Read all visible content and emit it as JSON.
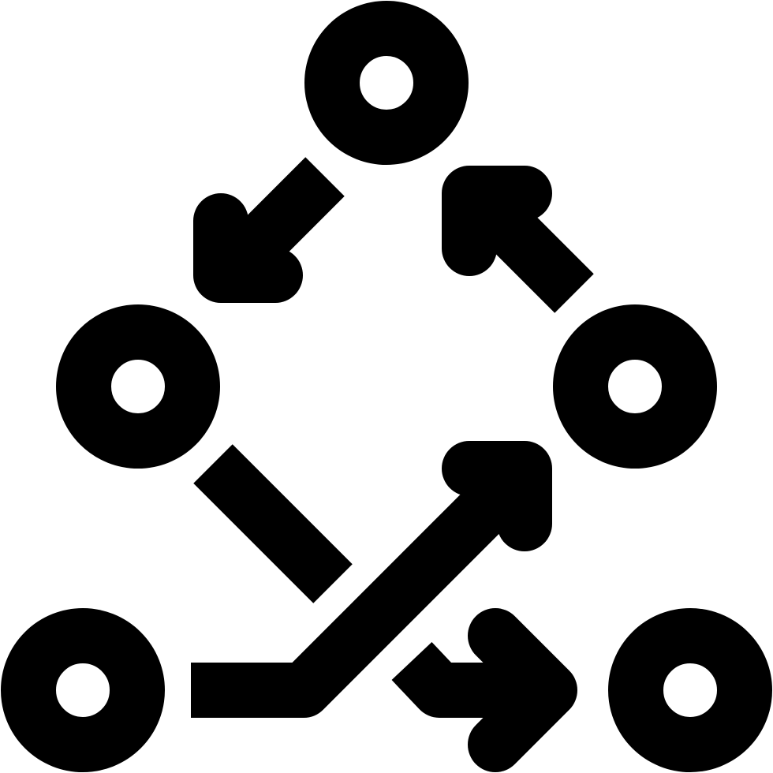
{
  "icon": {
    "name": "strategy-flow-icon",
    "ink_color": "#000000",
    "background_color": "#ffffff",
    "nodes": [
      "top",
      "left",
      "right",
      "bottom-left",
      "bottom-right"
    ],
    "arrows": [
      {
        "name": "arrow-top-to-left",
        "direction": "down-left"
      },
      {
        "name": "arrow-right-to-top",
        "direction": "up-left"
      },
      {
        "name": "line-left-to-center",
        "direction": "none"
      },
      {
        "name": "arrow-bottom-left-up-right",
        "direction": "up-right"
      },
      {
        "name": "arrow-to-bottom-right",
        "direction": "right"
      }
    ]
  }
}
